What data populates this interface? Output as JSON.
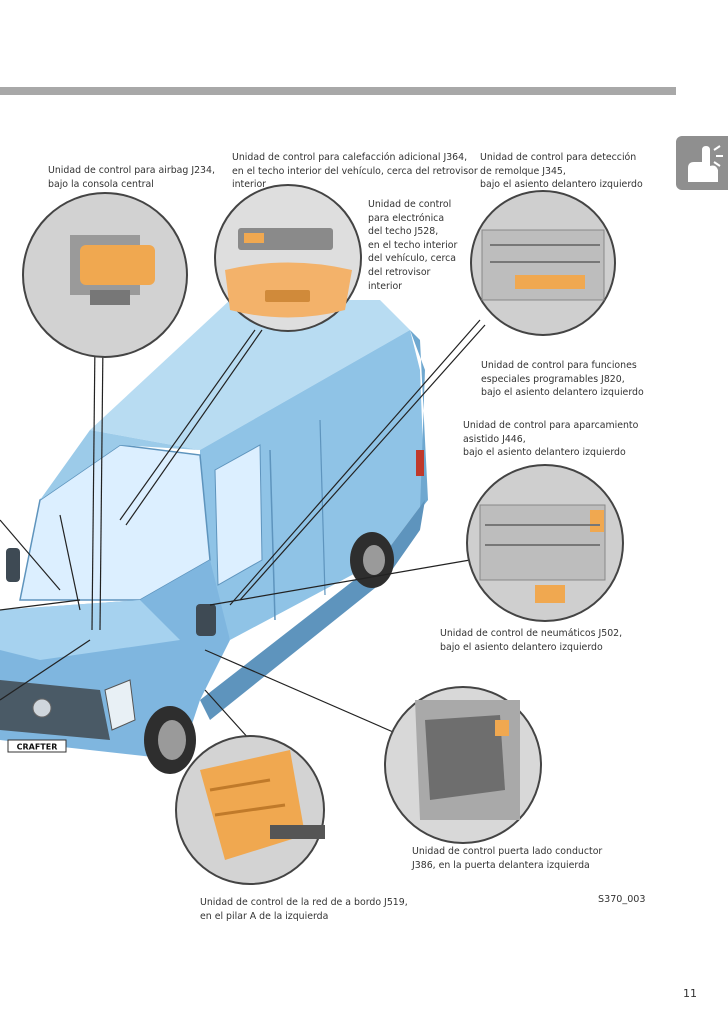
{
  "labels": {
    "airbag": "Unidad de control para airbag J234,\nbajo la consola central",
    "calefaccion": "Unidad de control para calefacción adicional J364,\nen el techo interior del vehículo, cerca del retrovisor\ninterior",
    "remolque": "Unidad de control para detección\nde remolque J345,\nbajo el asiento delantero izquierdo",
    "techo": "Unidad de control\npara electrónica\ndel techo J528,\nen el techo interior\ndel vehículo, cerca\ndel retrovisor\ninterior",
    "funciones": "Unidad de control para funciones\nespeciales programables J820,\nbajo el asiento delantero izquierdo",
    "aparcamiento": "Unidad de control para aparcamiento\nasistido J446,\nbajo el asiento delantero izquierdo",
    "neumaticos": "Unidad de control de neumáticos J502,\nbajo el asiento delantero izquierdo",
    "puerta": "Unidad de control puerta lado conductor\nJ386, en la puerta delantera izquierda",
    "red": "Unidad de control de la red de a bordo J519,\nen el pilar A de la izquierda"
  },
  "figure_id": "S370_003",
  "page_number": "11",
  "plate_text": "CRAFTER",
  "colors": {
    "van_body": "#8fc3e6",
    "van_light": "#bfe0f4",
    "van_dark": "#5e94bd",
    "control_unit": "#f0a850",
    "inset_bg": "#d9d9d9",
    "tab_bg": "#8f8f8f"
  }
}
